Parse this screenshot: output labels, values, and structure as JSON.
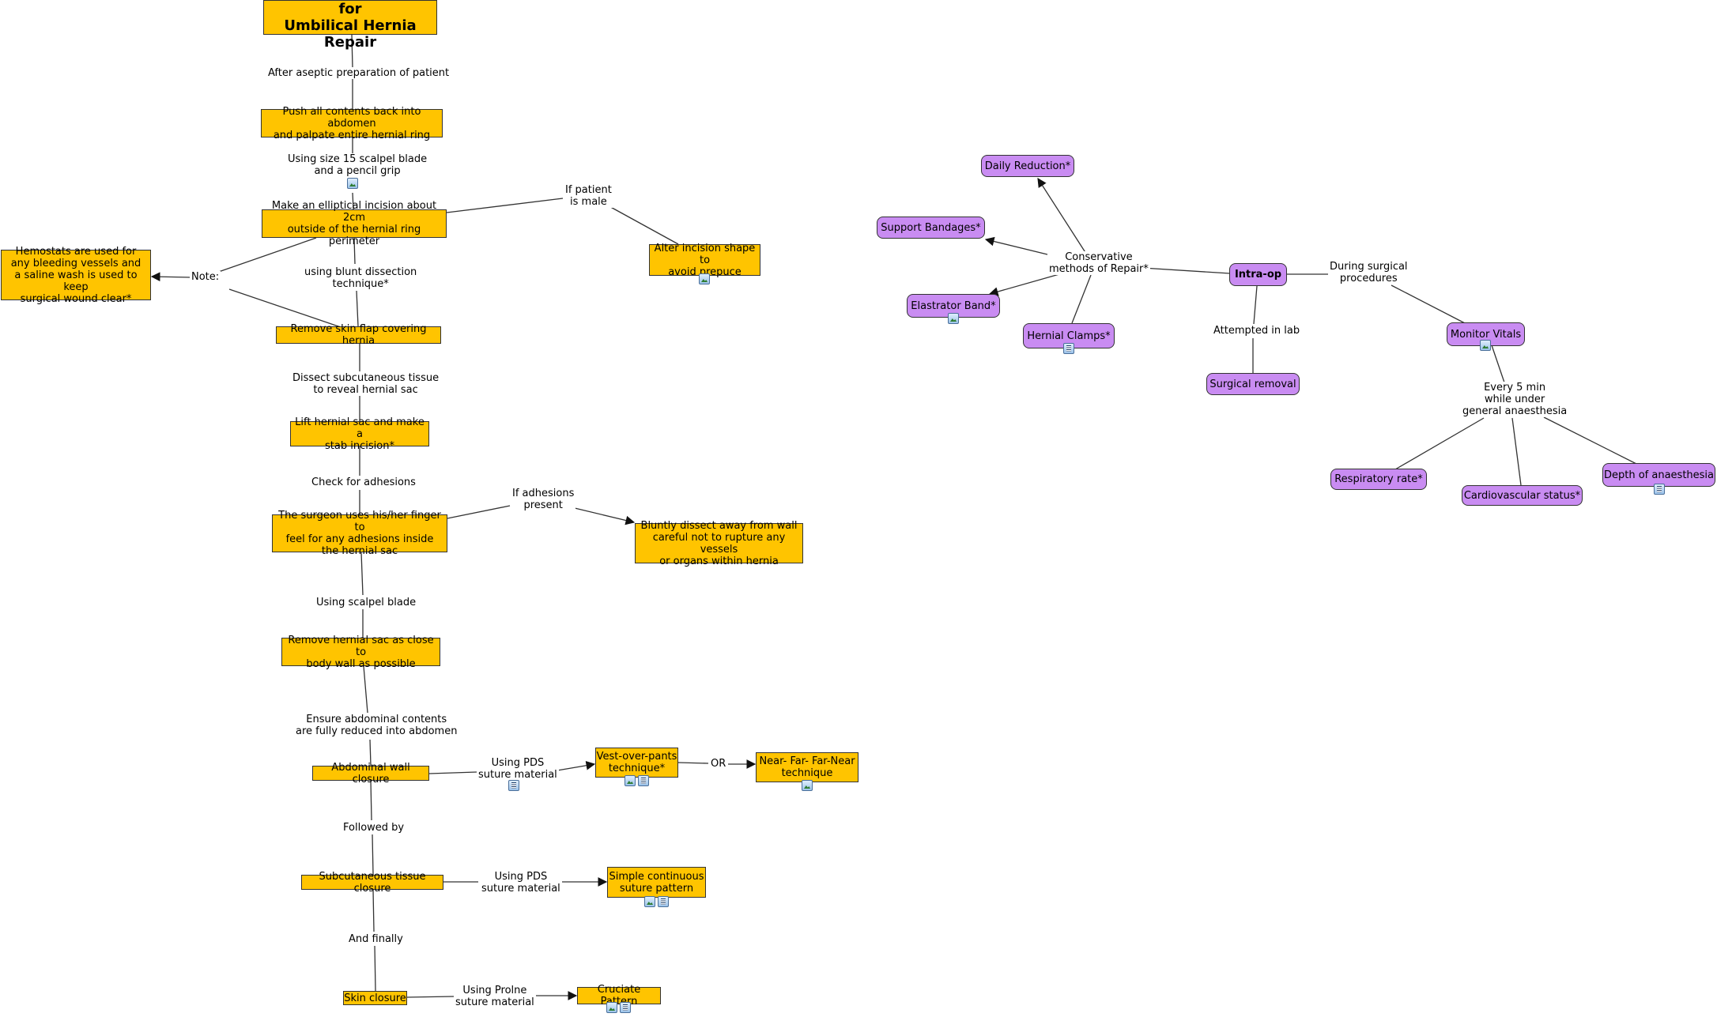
{
  "nodes": {
    "title": "Surgical Procedure for\nUmbilical Hernia Repair",
    "push_contents": "Push all contents back into abdomen\nand palpate entire hernial ring",
    "elliptical_incision": "Make an elliptical incision about 2cm\noutside of the hernial ring perimeter",
    "hemostats": "Hemostats are used for\nany bleeding vessels and\na saline wash is used to keep\nsurgical wound clear*",
    "alter_incision": "Alter incision shape to\navoid prepuce",
    "remove_skin_flap": "Remove skin flap covering hernia",
    "lift_hernial_sac": "Lift hernial sac and make a\nstab incision*",
    "surgeon_finger": "The surgeon uses his/her finger to\nfeel for any adhesions inside\nthe hernial sac",
    "bluntly_dissect": "Bluntly dissect away from wall\ncareful not to rupture any vessels\nor organs within hernia",
    "remove_hernial_sac": "Remove hernial sac as close to\nbody wall as possible",
    "abdominal_wall_closure": "Abdominal wall closure",
    "vest_over_pants": "Vest-over-pants\ntechnique*",
    "near_far": "Near- Far- Far-Near\ntechnique",
    "subcutaneous_closure": "Subcutaneous tissue closure",
    "simple_continuous": "Simple continuous\nsuture pattern",
    "skin_closure": "Skin closure",
    "cruciate_pattern": "Cruciate Pattern",
    "daily_reduction": "Daily Reduction*",
    "support_bandages": "Support Bandages*",
    "elastrator_band": "Elastrator Band*",
    "hernial_clamps": "Hernial Clamps*",
    "intra_op": "Intra-op",
    "surgical_removal": "Surgical removal",
    "monitor_vitals": "Monitor Vitals",
    "respiratory_rate": "Respiratory rate*",
    "cardiovascular_status": "Cardiovascular status*",
    "depth_of_anaesthesia": "Depth of anaesthesia"
  },
  "links": {
    "after_aseptic": "After aseptic preparation of patient",
    "scalpel_15": "Using size 15 scalpel blade\nand a pencil grip",
    "if_male": "If patient\nis male",
    "note": "Note:",
    "blunt_dissection": "using blunt dissection\ntechnique*",
    "dissect_subcutaneous": "Dissect subcutaneous tissue\nto reveal hernial sac",
    "check_adhesions": "Check for adhesions",
    "if_adhesions": "If adhesions\npresent",
    "using_scalpel": "Using scalpel blade",
    "ensure_reduced": "Ensure abdominal contents\nare fully reduced into abdomen",
    "using_pds_1": "Using PDS\nsuture material",
    "or": "OR",
    "followed_by": "Followed by",
    "using_pds_2": "Using PDS\nsuture material",
    "and_finally": "And finally",
    "using_prolne": "Using Prolne\nsuture material",
    "conservative": "Conservative\nmethods of Repair*",
    "during_surgical": "During surgical\nprocedures",
    "attempted_lab": "Attempted in lab",
    "every_5_min": "Every 5 min\nwhile under\ngeneral anaesthesia"
  },
  "icons": [
    "image-icon",
    "document-icon"
  ],
  "colors": {
    "yellow_node": "#ffc400",
    "purple_node": "#c98cf2",
    "line": "#333333"
  }
}
